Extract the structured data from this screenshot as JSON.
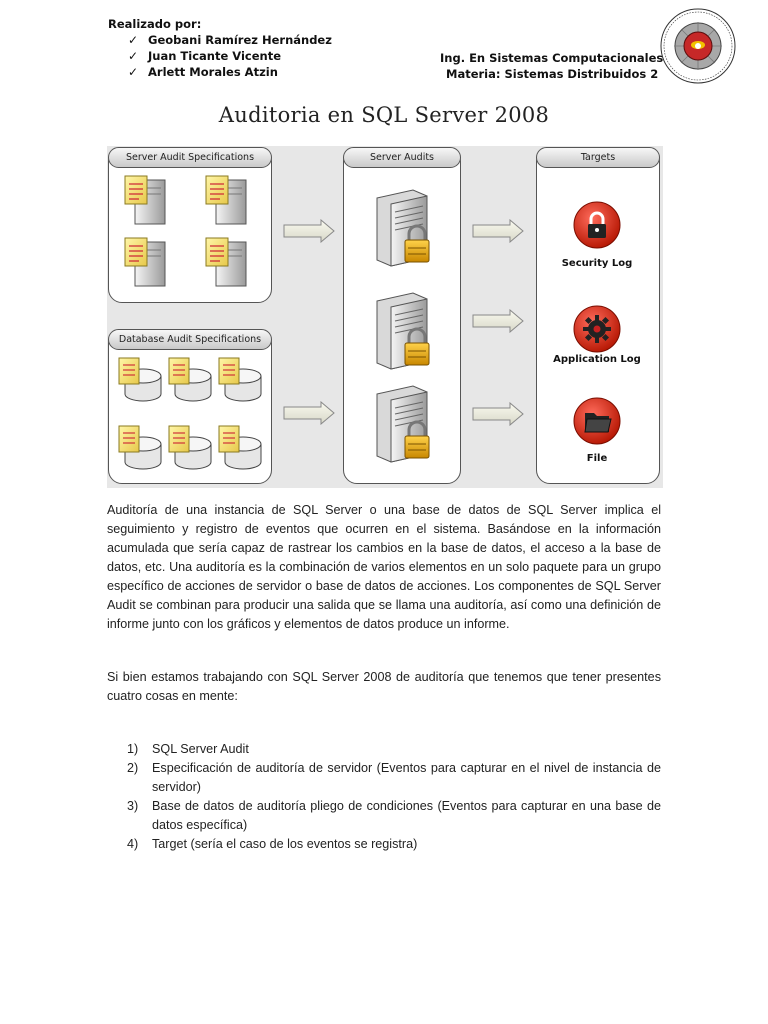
{
  "header": {
    "made_by_label": "Realizado por:",
    "authors": [
      "Geobani Ramírez Hernández",
      "Juan Ticante Vicente",
      "Arlett Morales Atzin"
    ],
    "career": "Ing. En Sistemas Computacionales",
    "subject": "Materia: Sistemas Distribuidos 2"
  },
  "title": "Auditoria en SQL Server 2008",
  "diagram": {
    "server_audit_specs": "Server Audit Specifications",
    "database_audit_specs": "Database Audit Specifications",
    "server_audits": "Server Audits",
    "targets": "Targets",
    "target_items": [
      "Security Log",
      "Application Log",
      "File"
    ]
  },
  "paragraphs": [
    "Auditoría de una instancia de SQL Server o una base de datos de SQL Server implica el seguimiento y registro de eventos que ocurren en el sistema. Basándose en la información acumulada que sería capaz de rastrear los cambios en la base de datos, el acceso a la base de datos, etc. Una auditoría es la combinación de varios elementos en un solo paquete para un grupo específico de acciones de servidor o base de datos de acciones. Los componentes de SQL Server Audit se combinan para producir una salida que se llama una auditoría, así como una definición de informe junto con los gráficos y elementos de datos produce un informe.",
    "Si bien estamos trabajando con SQL Server 2008 de auditoría que tenemos que tener presentes cuatro cosas en mente:"
  ],
  "list": [
    {
      "num": "1)",
      "text": "SQL Server Audit"
    },
    {
      "num": "2)",
      "text": "Especificación de auditoría de servidor (Eventos para capturar en el nivel de instancia de servidor)"
    },
    {
      "num": "3)",
      "text": "Base de datos de auditoría pliego de condiciones (Eventos para capturar en una base de datos específica)"
    },
    {
      "num": "4)",
      "text": "Target (sería el caso de los eventos se registra)"
    }
  ]
}
